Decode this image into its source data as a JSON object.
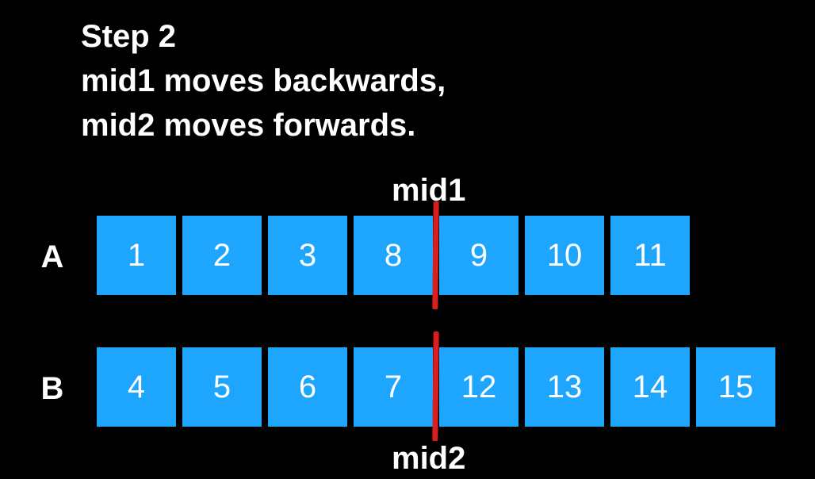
{
  "title": {
    "step": "Step 2",
    "line1": "mid1 moves backwards,",
    "line2": "mid2 moves forwards."
  },
  "pointers": {
    "mid1": "mid1",
    "mid2": "mid2"
  },
  "arrays": [
    {
      "label": "A",
      "values": [
        "1",
        "2",
        "3",
        "8",
        "9",
        "10",
        "11"
      ],
      "split_after_index": 3
    },
    {
      "label": "B",
      "values": [
        "4",
        "5",
        "6",
        "7",
        "12",
        "13",
        "14",
        "15"
      ],
      "split_after_index": 3
    }
  ],
  "colors": {
    "background": "#000000",
    "cell": "#1ea6ff",
    "divider": "#d81e1e",
    "text": "#ffffff"
  }
}
